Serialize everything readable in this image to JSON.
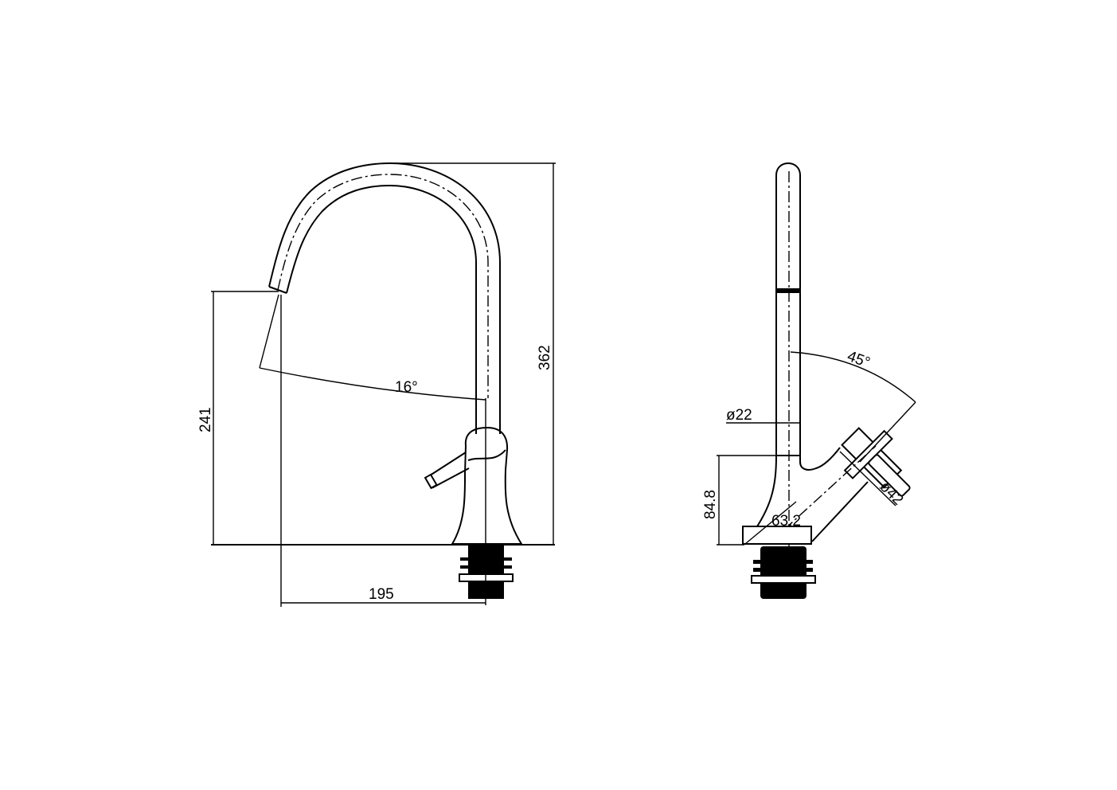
{
  "front_view": {
    "dimensions": {
      "overall_height": "362",
      "spout_height": "241",
      "spout_reach": "195",
      "spout_angle": "16°"
    }
  },
  "side_view": {
    "dimensions": {
      "spout_diameter": "ø22",
      "body_height": "84.8",
      "base_width": "63.2",
      "handle_diameter": "ø42",
      "handle_angle": "45°"
    }
  },
  "colors": {
    "line": "#000000",
    "background": "#ffffff"
  }
}
